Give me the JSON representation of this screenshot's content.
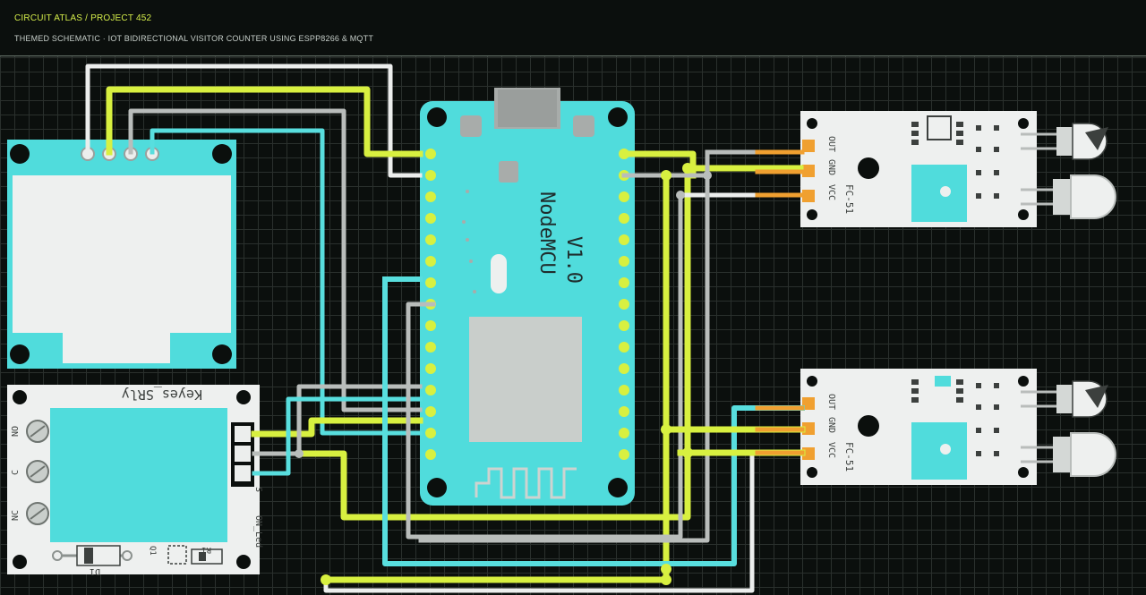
{
  "header": {
    "breadcrumb": "CIRCUIT ATLAS / PROJECT 452",
    "subtitle": "THEMED SCHEMATIC · IOT BIDIRECTIONAL VISITOR COUNTER USING ESPP8266 & MQTT"
  },
  "nodemcu": {
    "name": "NodeMCU",
    "version": "V1.0"
  },
  "relay": {
    "brand": "Keyes_SRly",
    "terminals": [
      "NO",
      "C",
      "NC"
    ],
    "led_label": "ON_Led",
    "pin_s": "S",
    "diode_label": "D1",
    "q_label": "Q1",
    "r_label": "R1"
  },
  "sensors": [
    {
      "pins": [
        "OUT",
        "GND",
        "VCC"
      ],
      "model": "FC-51"
    },
    {
      "pins": [
        "OUT",
        "GND",
        "VCC"
      ],
      "model": "FC-51"
    }
  ],
  "colors": {
    "board": "#50dcdc",
    "wire_yellow": "#d8f040",
    "wire_gray": "#b9bdbb",
    "wire_white": "#eceeed",
    "wire_orange": "#f0a030",
    "wire_cyan": "#58dede"
  }
}
